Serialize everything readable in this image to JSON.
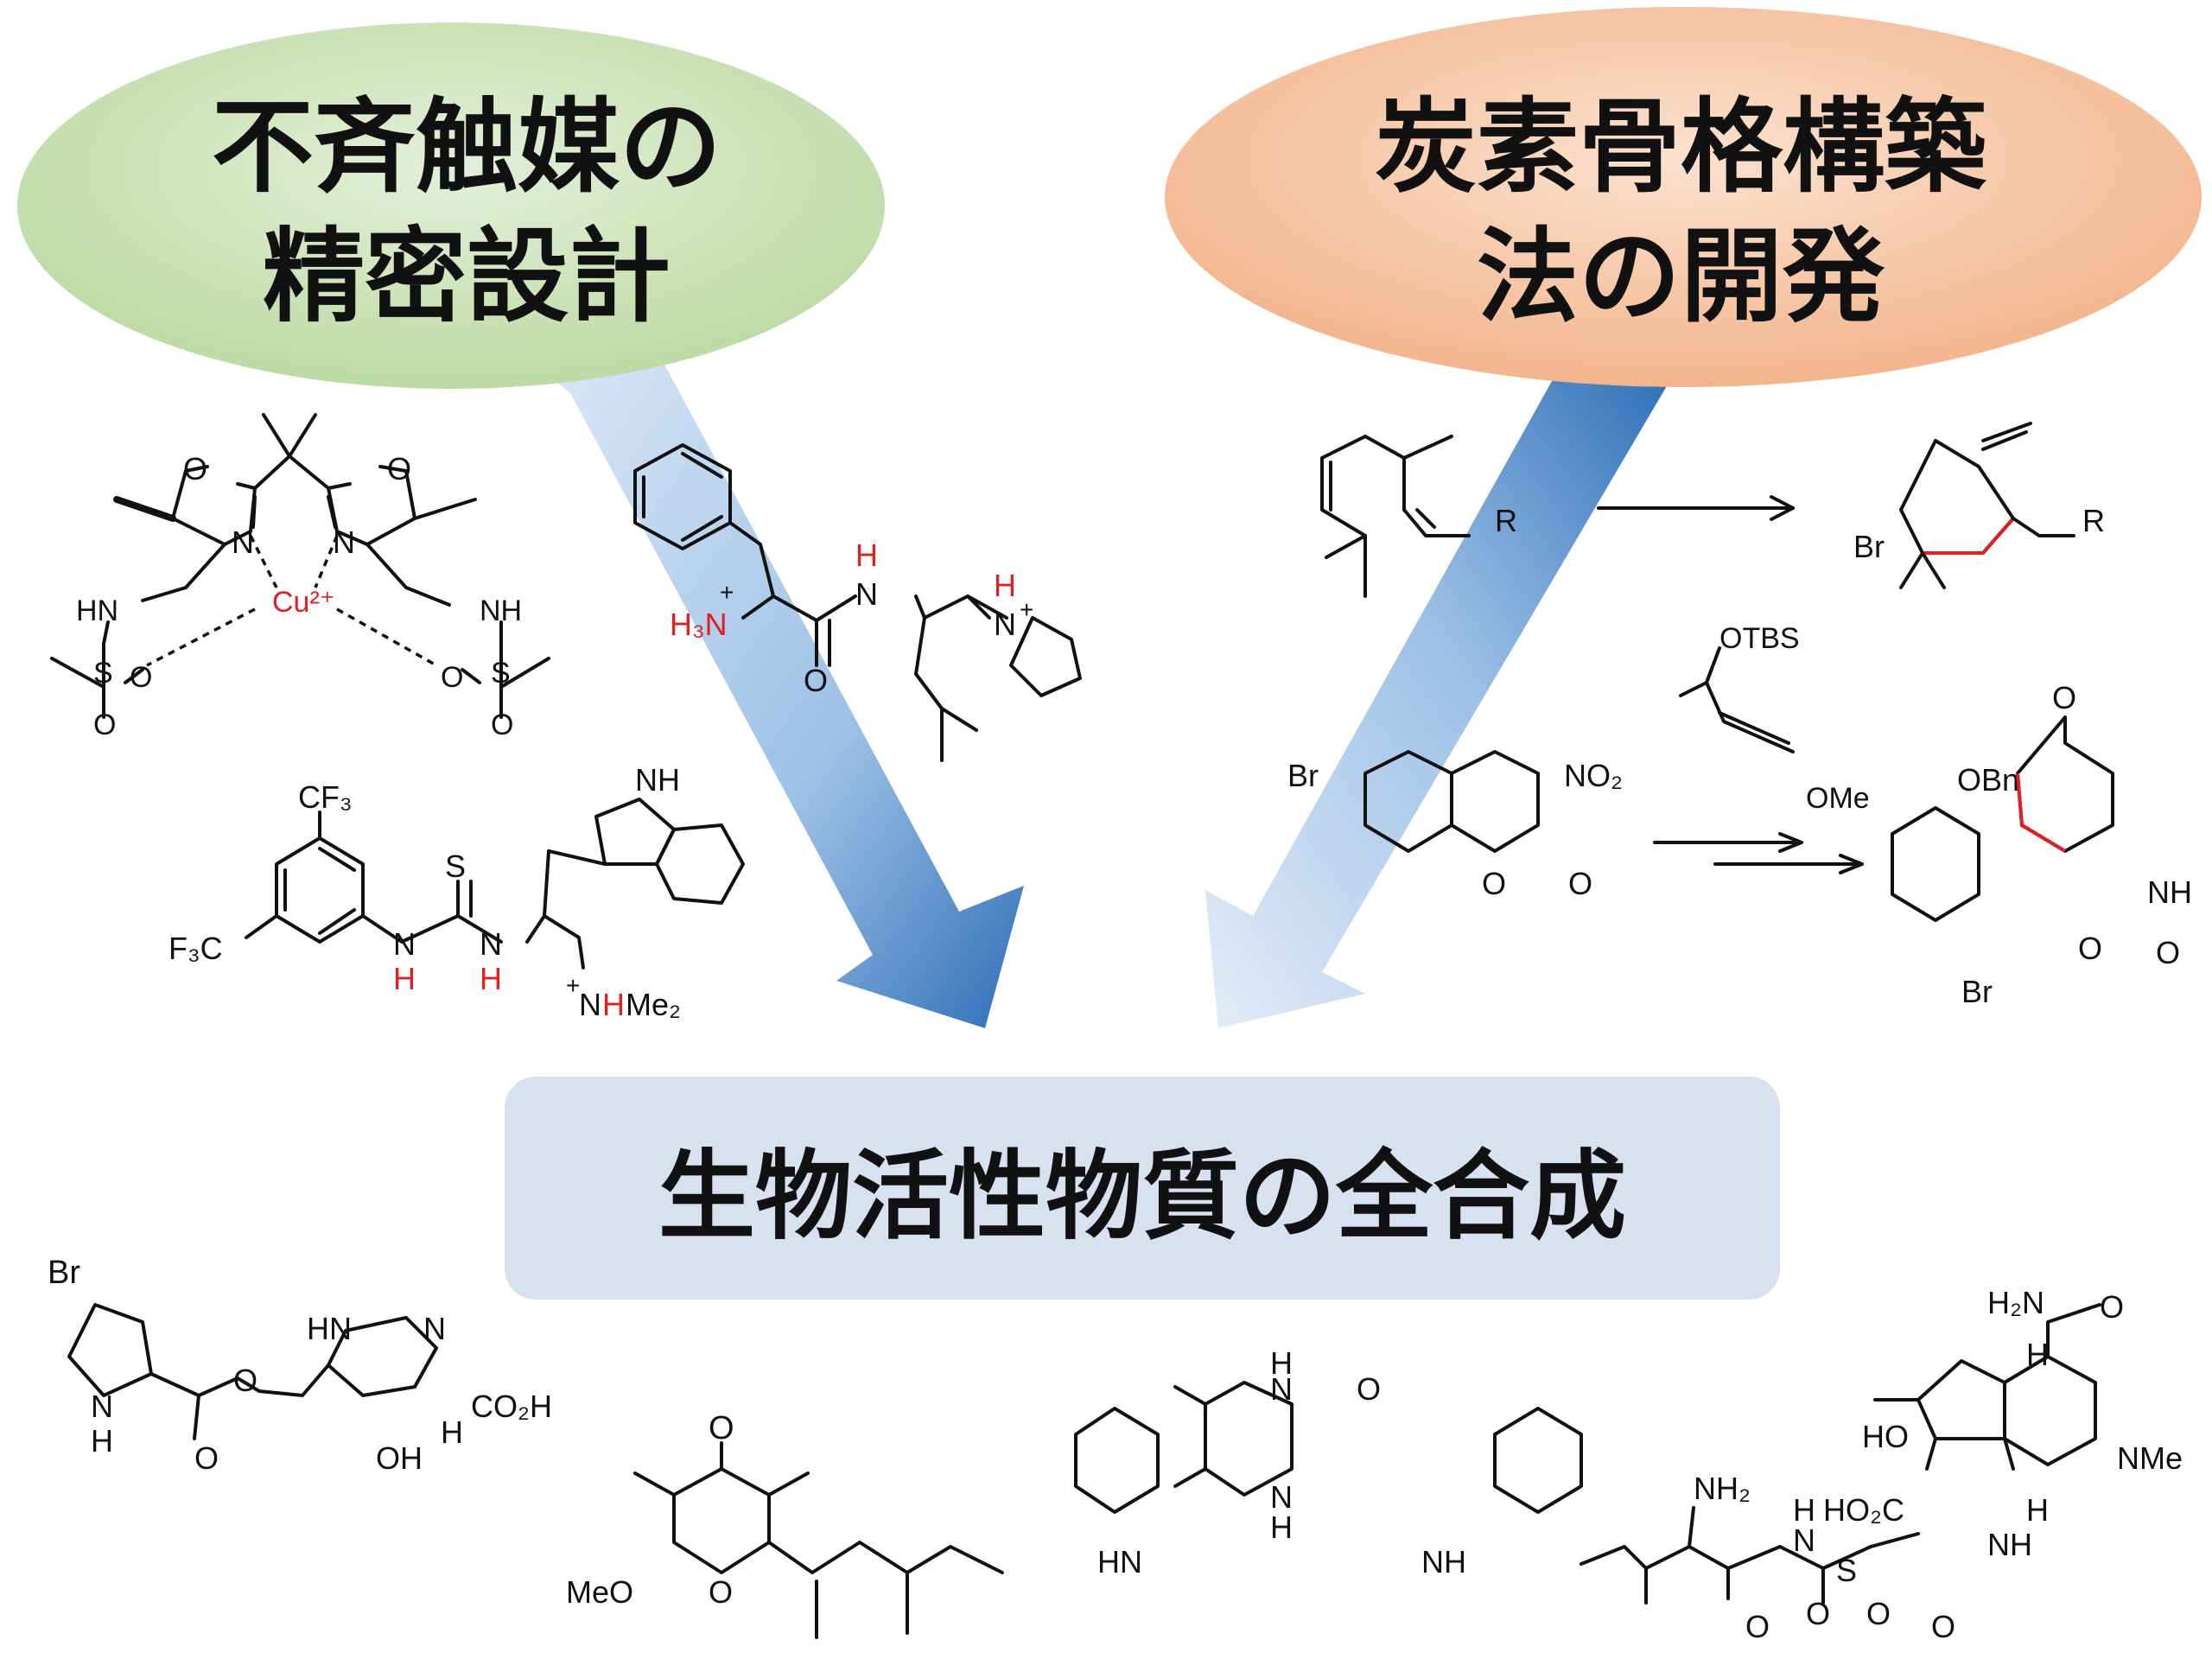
{
  "colors": {
    "left_bubble": "#c8e2b4",
    "right_bubble": "#f6c39e",
    "center_box": "#d7e1f0",
    "arrow_dark": "#3a78c0",
    "arrow_light": "#dbe8f6",
    "highlight": "#e02020"
  },
  "titles": {
    "left_line1": "不斉触媒の",
    "left_line2": "精密設計",
    "right_line1": "炭素骨格構築",
    "right_line2": "法の開発",
    "center": "生物活性物質の全合成"
  },
  "labels": {
    "box_O1": "O",
    "box_O2": "O",
    "box_N1": "N",
    "box_N2": "N",
    "box_cu": "Cu²⁺",
    "box_hn": "HN",
    "box_nh": "NH",
    "box_S1": "S",
    "box_S2": "S",
    "box_O3": "O",
    "box_O4": "O",
    "box_O5": "O",
    "box_O6": "O",
    "pep_h3n": "H₃N",
    "pep_plus": "+",
    "pep_h1": "H",
    "pep_n1": "N",
    "pep_o": "O",
    "pep_h2": "H",
    "pep_n2": "N",
    "pep_plus2": "+",
    "thio_cf3_top": "CF₃",
    "thio_f3c": "F₃C",
    "thio_s": "S",
    "thio_n1": "N",
    "thio_n2": "N",
    "thio_h1": "H",
    "thio_h2": "H",
    "thio_nh": "NH",
    "thio_nhme2_plus": "+",
    "thio_nhme2_n": "N",
    "thio_nhme2_h": "H",
    "thio_nhme2_rest": "Me₂",
    "r_R1": "R",
    "r_R2": "R",
    "r_br": "Br",
    "r_otbs": "OTBS",
    "r_ome": "OMe",
    "r_br2": "Br",
    "r_no2": "NO₂",
    "r_o1": "O",
    "r_o2": "O",
    "r_o3": "O",
    "r_obn": "OBn",
    "r_nh": "NH",
    "r_o4": "O",
    "r_o5": "O",
    "r_br3": "Br",
    "p1_br": "Br",
    "p1_nh": "N",
    "p1_h": "H",
    "p1_o": "O",
    "p1_o2": "O",
    "p1_hn": "HN",
    "p1_n": "N",
    "p1_co2h": "CO₂H",
    "p1_h2": "H",
    "p1_oh": "OH",
    "p2_o": "O",
    "p2_meo": "MeO",
    "p2_o2": "O",
    "p3_h": "H",
    "p3_n": "N",
    "p3_o": "O",
    "p3_n2": "N",
    "p3_h2": "H",
    "p3_hn": "HN",
    "p3_nh": "NH",
    "p4_h2n": "H₂N",
    "p4_o": "O",
    "p4_h": "H",
    "p4_ho": "HO",
    "p4_nme": "NMe",
    "p4_ho2c": "HO₂C",
    "p4_h2": "H",
    "p4_nh2": "NH₂",
    "p4_h3": "H",
    "p4_n": "N",
    "p4_s": "S",
    "p4_nh": "NH",
    "p4_o2": "O",
    "p4_o3": "O",
    "p4_o4": "O",
    "p4_o5": "O"
  }
}
